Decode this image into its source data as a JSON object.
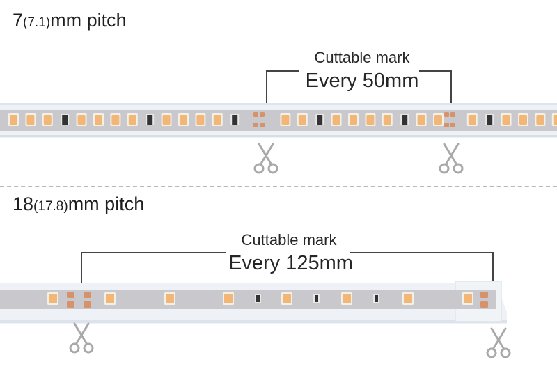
{
  "section1": {
    "pitch_main": "7",
    "pitch_paren": "(7.1)",
    "pitch_unit": "mm pitch",
    "cut_label": "Cuttable mark",
    "cut_interval": "Every 50mm"
  },
  "section2": {
    "pitch_main": "18",
    "pitch_paren": "(17.8)",
    "pitch_unit": "mm pitch",
    "cut_label": "Cuttable mark",
    "cut_interval": "Every 125mm"
  },
  "colors": {
    "pcb": "#c9c9cd",
    "led_body": "#f3f0e8",
    "led_phosphor": "#f2b677",
    "copper_pad": "#d6926a",
    "scissors": "#a9a9a9",
    "leader_line": "#444444"
  },
  "icons": [
    "scissors-icon",
    "led-chip",
    "resistor",
    "copper-pad"
  ]
}
